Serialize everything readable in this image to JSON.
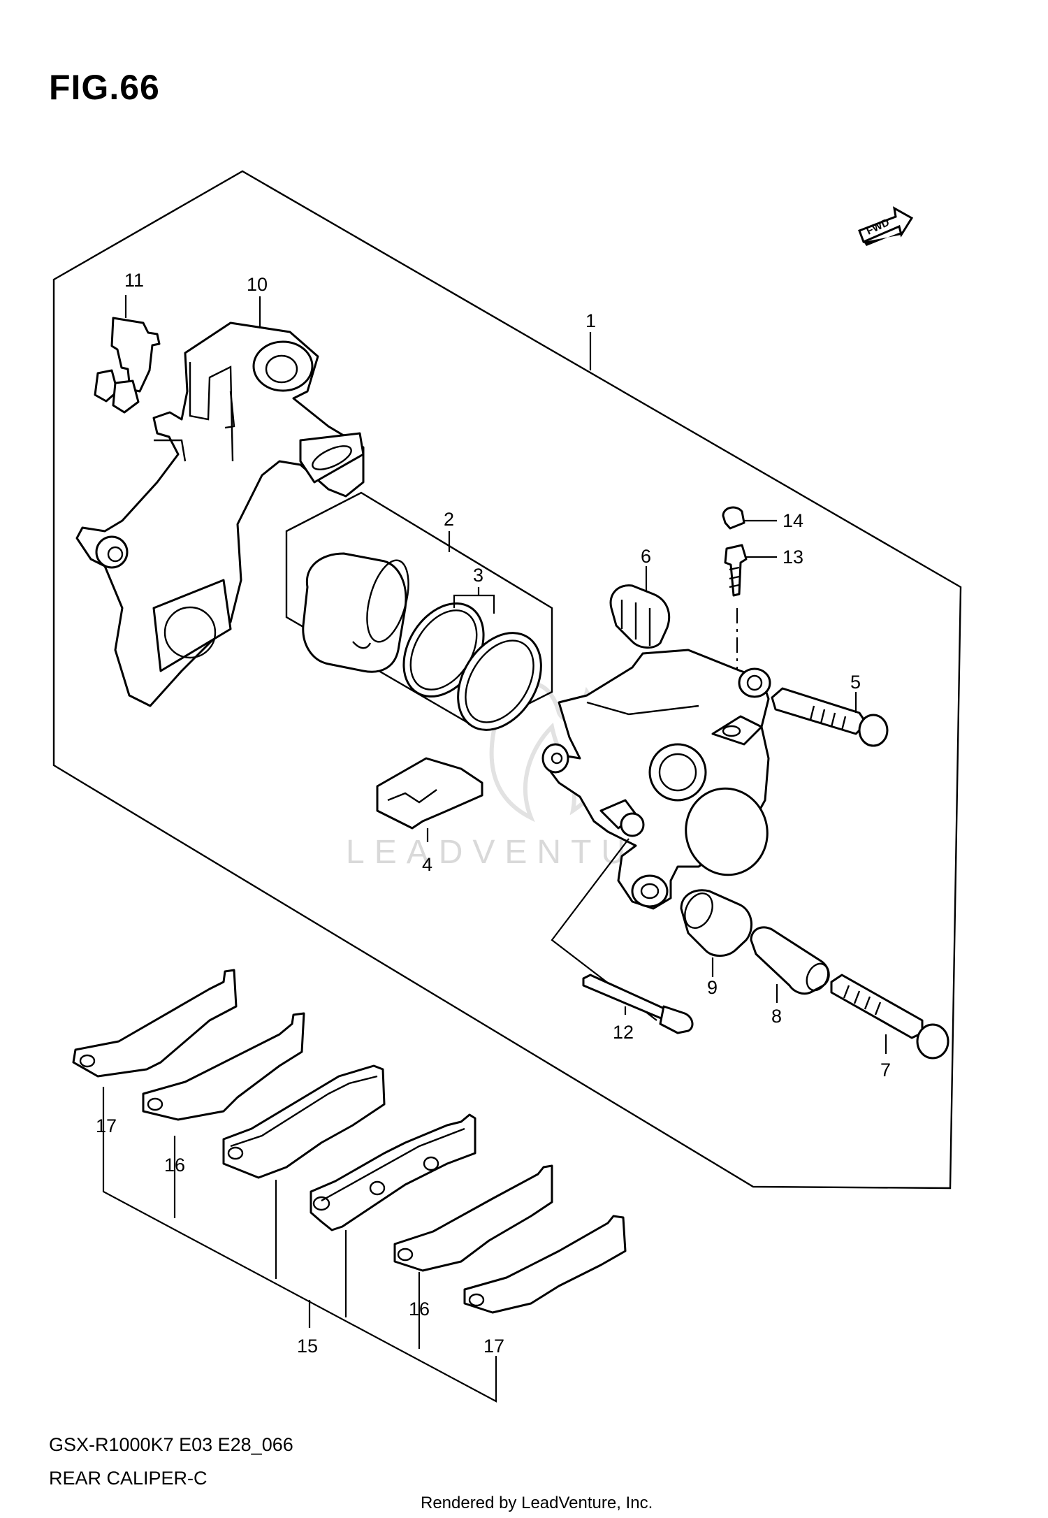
{
  "figure": {
    "title": "FIG.66",
    "fwd_label": "FWD"
  },
  "diagram": {
    "name": "Rear caliper exploded parts view",
    "callouts": {
      "c1": "1",
      "c2": "2",
      "c3": "3",
      "c4": "4",
      "c5": "5",
      "c6": "6",
      "c7": "7",
      "c8": "8",
      "c9": "9",
      "c10": "10",
      "c11": "11",
      "c12": "12",
      "c13": "13",
      "c14": "14",
      "c15": "15",
      "c16a": "16",
      "c16b": "16",
      "c17a": "17",
      "c17b": "17"
    },
    "watermark": "LEADVENTURE"
  },
  "footer": {
    "model_code": "GSX-R1000K7 E03 E28_066",
    "section_name": "REAR CALIPER-C",
    "rendered_by": "Rendered by LeadVenture, Inc."
  }
}
